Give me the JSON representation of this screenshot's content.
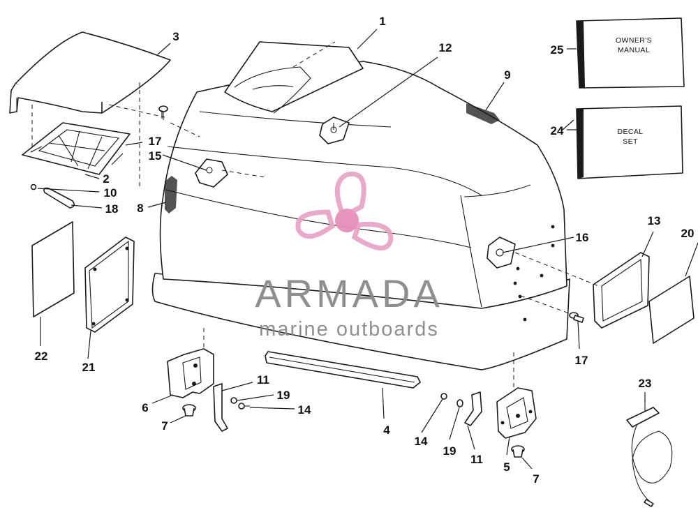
{
  "callouts": {
    "c1": "1",
    "c2": "2",
    "c3": "3",
    "c4": "4",
    "c5": "5",
    "c6": "6",
    "c7a": "7",
    "c7b": "7",
    "c8": "8",
    "c9": "9",
    "c10": "10",
    "c11a": "11",
    "c11b": "11",
    "c12": "12",
    "c13": "13",
    "c14a": "14",
    "c14b": "14",
    "c15": "15",
    "c16": "16",
    "c17a": "17",
    "c17b": "17",
    "c18": "18",
    "c19a": "19",
    "c19b": "19",
    "c20": "20",
    "c21": "21",
    "c22": "22",
    "c23": "23",
    "c24": "24",
    "c25": "25"
  },
  "boxes": {
    "manual_line1": "OWNER'S",
    "manual_line2": "MANUAL",
    "decal_line1": "DECAL",
    "decal_line2": "SET"
  },
  "watermark": {
    "brand": "ARMADA",
    "tagline": "marine outboards",
    "brand_color": "#8a8a8a",
    "logo_color": "#e7a6c6",
    "logo_hub_color": "#e58fb9"
  }
}
